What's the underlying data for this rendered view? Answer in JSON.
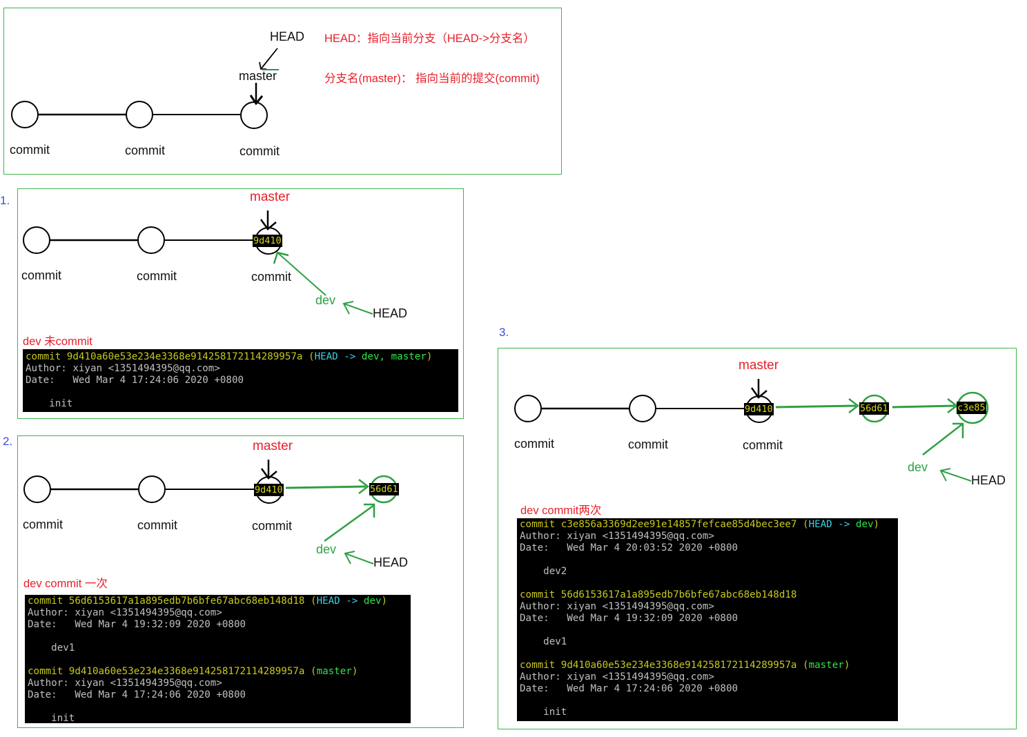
{
  "top": {
    "head_label": "HEAD",
    "master_label": "master",
    "commit_labels": [
      "commit",
      "commit",
      "commit"
    ],
    "note_head": "HEAD：指向当前分支（HEAD->分支名）",
    "note_branch": "分支名(master)： 指向当前的提交(commit)"
  },
  "colors": {
    "accent_red": "#e8202a",
    "accent_green": "#2ea043",
    "border_green": "#3cb44b",
    "step_blue": "#3a4fd6"
  },
  "panels": [
    {
      "step": "1.",
      "master_label": "master",
      "commit_labels": [
        "commit",
        "commit",
        "commit"
      ],
      "hashes": [
        "9d410"
      ],
      "dev_label": "dev",
      "head_label": "HEAD",
      "caption": "dev  未commit",
      "log": [
        {
          "commit_prefix": "commit ",
          "hash": "9d410a60e53e234e3368e914258172114289957a",
          "refs_open": " (",
          "refs_head": "HEAD -> ",
          "refs_branches": "dev, master",
          "refs_close": ")",
          "author": "Author: xiyan <1351494395@qq.com>",
          "date": "Date:   Wed Mar 4 17:24:06 2020 +0800",
          "message": "    init"
        }
      ]
    },
    {
      "step": "2.",
      "master_label": "master",
      "commit_labels": [
        "commit",
        "commit",
        "commit"
      ],
      "hashes": [
        "9d410",
        "56d61"
      ],
      "dev_label": "dev",
      "head_label": "HEAD",
      "caption": "dev commit 一次",
      "log": [
        {
          "commit_prefix": "commit ",
          "hash": "56d6153617a1a895edb7b6bfe67abc68eb148d18",
          "refs_open": " (",
          "refs_head": "HEAD -> ",
          "refs_branches": "dev",
          "refs_close": ")",
          "author": "Author: xiyan <1351494395@qq.com>",
          "date": "Date:   Wed Mar 4 19:32:09 2020 +0800",
          "message": "    dev1"
        },
        {
          "commit_prefix": "commit ",
          "hash": "9d410a60e53e234e3368e914258172114289957a",
          "refs_open": " (",
          "refs_head": "",
          "refs_branches": "master",
          "refs_close": ")",
          "author": "Author: xiyan <1351494395@qq.com>",
          "date": "Date:   Wed Mar 4 17:24:06 2020 +0800",
          "message": "    init"
        }
      ]
    },
    {
      "step": "3.",
      "master_label": "master",
      "commit_labels": [
        "commit",
        "commit",
        "commit"
      ],
      "hashes": [
        "9d410",
        "56d61",
        "c3e85"
      ],
      "dev_label": "dev",
      "head_label": "HEAD",
      "caption": "dev commit两次",
      "log": [
        {
          "commit_prefix": "commit ",
          "hash": "c3e856a3369d2ee91e14857fefcae85d4bec3ee7",
          "refs_open": " (",
          "refs_head": "HEAD -> ",
          "refs_branches": "dev",
          "refs_close": ")",
          "author": "Author: xiyan <1351494395@qq.com>",
          "date": "Date:   Wed Mar 4 20:03:52 2020 +0800",
          "message": "    dev2"
        },
        {
          "commit_prefix": "commit ",
          "hash": "56d6153617a1a895edb7b6bfe67abc68eb148d18",
          "refs_open": "",
          "refs_head": "",
          "refs_branches": "",
          "refs_close": "",
          "author": "Author: xiyan <1351494395@qq.com>",
          "date": "Date:   Wed Mar 4 19:32:09 2020 +0800",
          "message": "    dev1"
        },
        {
          "commit_prefix": "commit ",
          "hash": "9d410a60e53e234e3368e914258172114289957a",
          "refs_open": " (",
          "refs_head": "",
          "refs_branches": "master",
          "refs_close": ")",
          "author": "Author: xiyan <1351494395@qq.com>",
          "date": "Date:   Wed Mar 4 17:24:06 2020 +0800",
          "message": "    init"
        }
      ]
    }
  ]
}
